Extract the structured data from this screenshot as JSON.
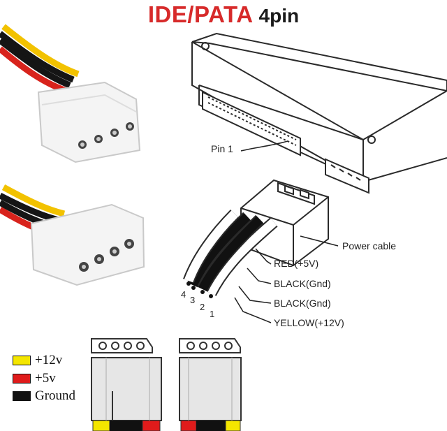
{
  "title": {
    "main": "IDE/PATA",
    "sub": "4pin"
  },
  "drive_labels": {
    "pin1": "Pin 1",
    "power_cable": "Power cable"
  },
  "wire_labels": [
    "RED(+5V)",
    "BLACK(Gnd)",
    "BLACK(Gnd)",
    "YELLOW(+12V)"
  ],
  "pin_numbers": [
    "4",
    "3",
    "2",
    "1"
  ],
  "legend": [
    {
      "label": "+12v",
      "color": "#f4e600"
    },
    {
      "label": "+5v",
      "color": "#e01b1b"
    },
    {
      "label": "Ground",
      "color": "#111111"
    }
  ],
  "colors": {
    "title_red": "#d72a2a",
    "wire_yellow": "#f2c200",
    "wire_red": "#d8231c",
    "wire_black": "#151515"
  }
}
